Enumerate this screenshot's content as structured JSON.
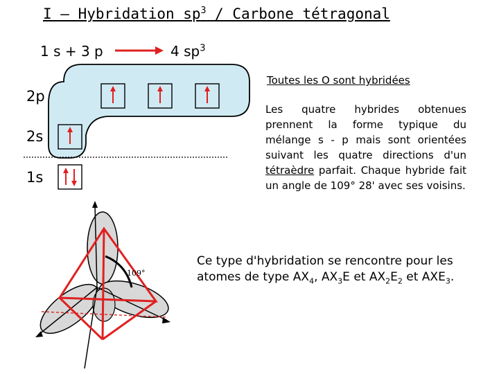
{
  "title": {
    "main": "I – Hybridation sp",
    "sup": "3",
    "tail": " / Carbone tétragonal"
  },
  "equation": {
    "left": "1 s + 3 p",
    "right_main": "4 sp",
    "right_sup": "3"
  },
  "levels": {
    "p2": "2p",
    "s2": "2s",
    "s1": "1s"
  },
  "note_title": "Toutes les O sont hybridées",
  "paragraph": {
    "before": "Les quatre hybrides obtenues prennent la forme typique du mélange s - p mais sont orientées suivant les quatre directions d'un ",
    "link": "tétraèdre",
    "after": " parfait. Chaque hybride fait un angle de 109° 28' avec ses voisins."
  },
  "conclusion": {
    "t1": "Ce type d'hybridation se rencontre pour les atomes de type AX",
    "s1": "4",
    "t2": ", AX",
    "s2": "3",
    "t3": "E et AX",
    "s3": "2",
    "t4": "E",
    "s4": "2",
    "t5": " et AXE",
    "s5": "3",
    "t6": "."
  },
  "angle_label": "109°",
  "colors": {
    "region_fill": "#cfeaf3",
    "arrow": "#e02020",
    "tetra": "#e02020",
    "orbital_fill": "#d8d8d8"
  }
}
